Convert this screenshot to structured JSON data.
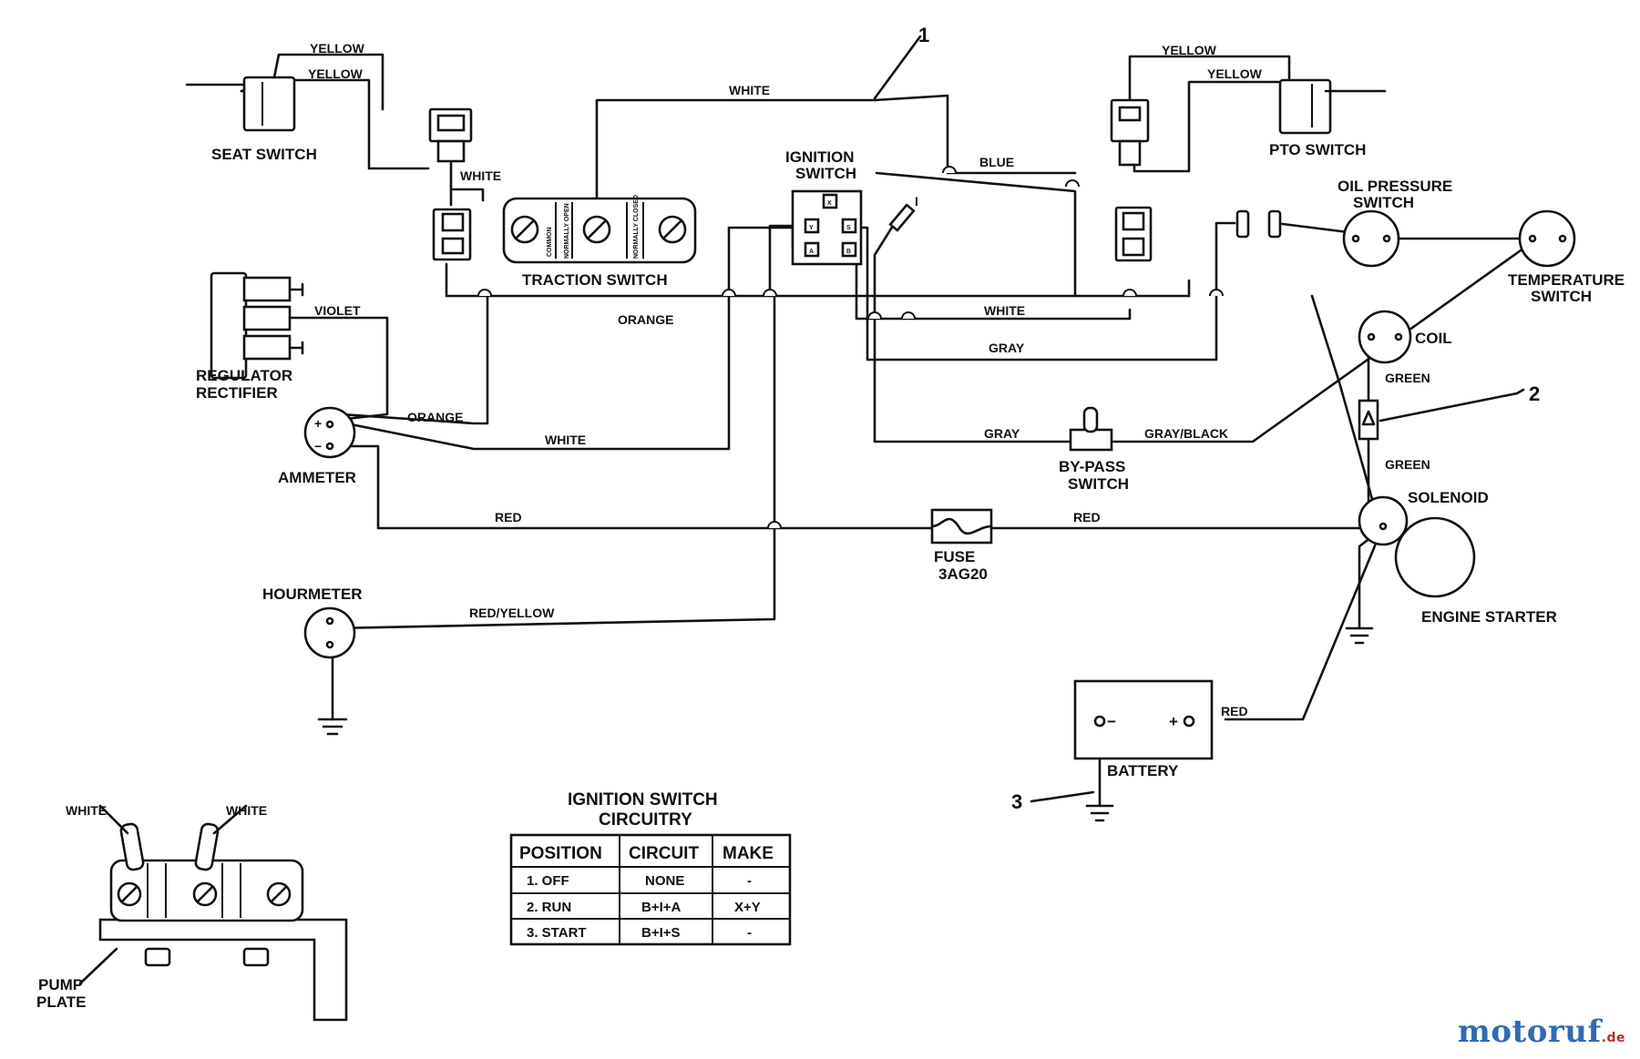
{
  "labels": {
    "seat_switch": "SEAT SWITCH",
    "pto_switch": "PTO SWITCH",
    "traction_switch": "TRACTION SWITCH",
    "ignition_switch_1": "IGNITION",
    "ignition_switch_2": "SWITCH",
    "oil_pressure_1": "OIL PRESSURE",
    "oil_pressure_2": "SWITCH",
    "temperature_1": "TEMPERATURE",
    "temperature_2": "SWITCH",
    "coil": "COIL",
    "regulator_1": "REGULATOR",
    "regulator_2": "RECTIFIER",
    "ammeter": "AMMETER",
    "bypass_1": "BY-PASS",
    "bypass_2": "SWITCH",
    "solenoid": "SOLENOID",
    "engine_starter": "ENGINE STARTER",
    "fuse_1": "FUSE",
    "fuse_2": "3AG20",
    "hourmeter": "HOURMETER",
    "battery": "BATTERY",
    "pump_plate_1": "PUMP",
    "pump_plate_2": "PLATE"
  },
  "terminal_marks": {
    "x": "X",
    "y": "Y",
    "s": "S",
    "a": "A",
    "b": "B",
    "i": "I",
    "minus": "−",
    "plus": "+"
  },
  "switch_marks": {
    "common": "COMMON",
    "normally_open": "NORMALLY OPEN",
    "normally_closed": "NORMALLY CLOSED"
  },
  "wires": {
    "yellow_a": "YELLOW",
    "yellow_b": "YELLOW",
    "yellow_c": "YELLOW",
    "yellow_d": "YELLOW",
    "white_top": "WHITE",
    "white_traction": "WHITE",
    "blue": "BLUE",
    "orange_mid": "ORANGE",
    "white_mid": "WHITE",
    "gray_mid": "GRAY",
    "violet": "VIOLET",
    "orange_amm": "ORANGE",
    "white_amm": "WHITE",
    "gray_bypass": "GRAY",
    "gray_black": "GRAY/BLACK",
    "green_a": "GREEN",
    "green_b": "GREEN",
    "red_left": "RED",
    "red_right": "RED",
    "red_yellow": "RED/YELLOW",
    "red_battery": "RED",
    "white_pump_a": "WHITE",
    "white_pump_b": "WHITE"
  },
  "callouts": {
    "one": "1",
    "two": "2",
    "three": "3"
  },
  "ignition_table": {
    "title_1": "IGNITION SWITCH",
    "title_2": "CIRCUITRY",
    "headers": [
      "POSITION",
      "CIRCUIT",
      "MAKE"
    ],
    "rows": [
      [
        "1.  OFF",
        "NONE",
        "-"
      ],
      [
        "2.  RUN",
        "B+I+A",
        "X+Y"
      ],
      [
        "3.  START",
        "B+I+S",
        "-"
      ]
    ]
  },
  "watermark": {
    "main": "motoruf",
    "suffix": ".de"
  }
}
